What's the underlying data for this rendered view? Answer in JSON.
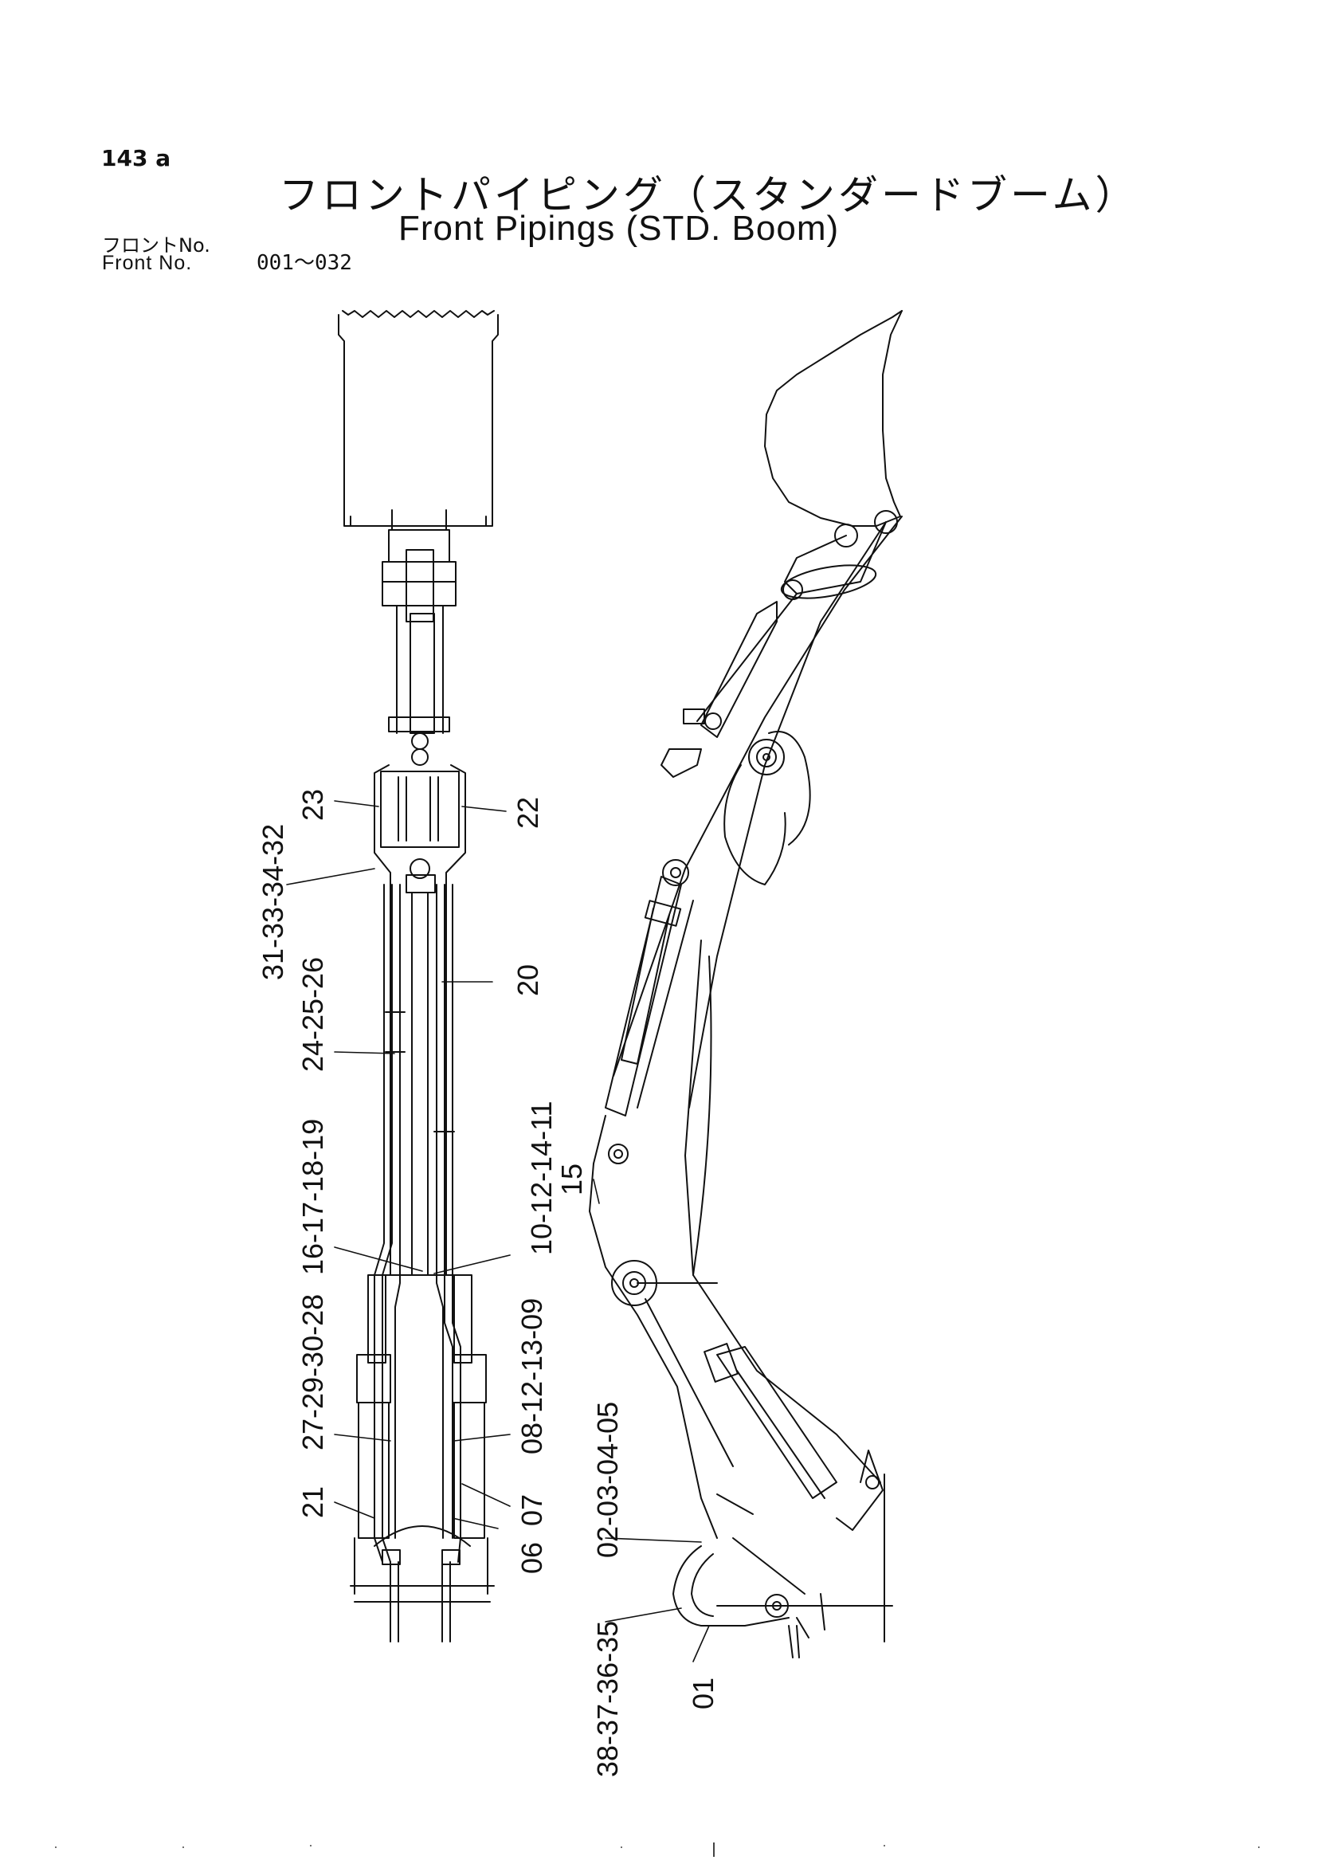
{
  "header": {
    "page_number": "143 a",
    "title_jp": "フロントパイピング（スタンダードブーム）",
    "title_en": "Front Pipings (STD. Boom)",
    "front_label_jp": "フロントNo.",
    "front_label_en": "Front   No.",
    "front_range": "001～032"
  },
  "callouts": {
    "c23": "23",
    "c31": "31-33-34-32",
    "c22": "22",
    "c24": "24-25-26",
    "c20": "20",
    "c16": "16-17-18-19",
    "c10": "10-12-14-11",
    "c15": "15",
    "c27": "27-29-30-28",
    "c08": "08-12-13-09",
    "c02": "02-03-04-05",
    "c21": "21",
    "c07": "07",
    "c06": "06",
    "c38": "38-37-36-35",
    "c01": "01"
  }
}
